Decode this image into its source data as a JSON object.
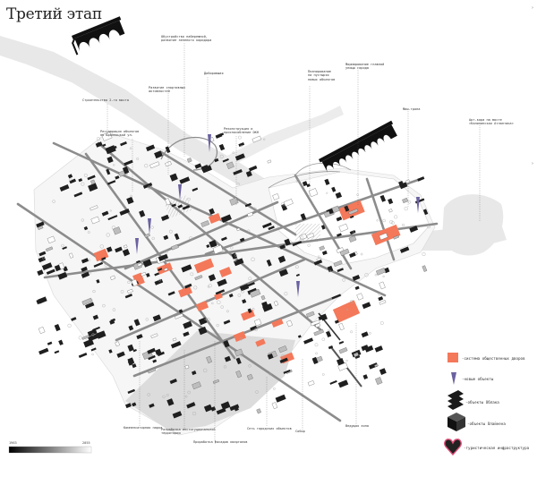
{
  "title": "Третий этап",
  "annotations": {
    "a1": "Строительство 2-го моста",
    "a2": "Обустройство набережной,\nразвитие зеленого коридора",
    "a3": "Развитие спортивных\nактивностей",
    "a4": "Доборавшая",
    "a5": "Реставрация объектов\nпо Бронницкой ул.",
    "a6": "Реконструкция и\nприспособление ОКН",
    "a7": "Планирование\nна пустырях\nновых объектов",
    "a8": "Формирование главной\nулицы города",
    "a9": "Фиш-тропа",
    "a10": "Арт-кора на мосте\n«Калининская Атлантика»",
    "b1": "Компенсаторная парка",
    "b2": "Разработка институциональной\nтерритории",
    "b3": "Проработка фасадов кварталов",
    "b4": "Сеть городских объектов",
    "b5": "Собор",
    "b6": "Ведущая зона"
  },
  "legend": [
    {
      "label": "-система общественных дворов",
      "icon": "orange-square",
      "color": "#f4785a"
    },
    {
      "label": "-новые объекты",
      "icon": "purple-spike"
    },
    {
      "label": "-объекты Облака",
      "icon": "black-stack"
    },
    {
      "label": "-объекты Олайнена",
      "icon": "black-cube"
    },
    {
      "label": "-туристическая инфраструктура",
      "icon": "pink-heart",
      "color": "#e0507a"
    }
  ],
  "scale": {
    "left": "1963",
    "right": "2055"
  },
  "colors": {
    "accent": "#f4785a",
    "building": "#2a2a2a",
    "street": "#8a8a8a",
    "spike": "#6a62a0",
    "river": "#e6e6e6"
  }
}
